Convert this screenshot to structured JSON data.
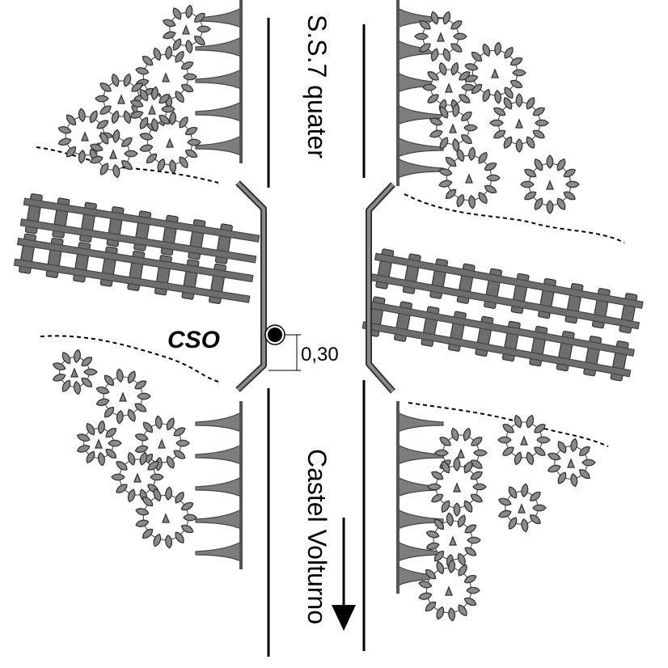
{
  "road_name": "S.S.7 quater",
  "direction_label": "Castel Volturno",
  "point_label": "CSO",
  "offset_label": "0,30",
  "elements": {
    "road": "road",
    "railway": "railway-track",
    "embankment": "embankment-line",
    "trees": "tree-cluster",
    "guardrail": "guardrail",
    "arrow": "direction-arrow",
    "sensor": "sensor-point"
  }
}
